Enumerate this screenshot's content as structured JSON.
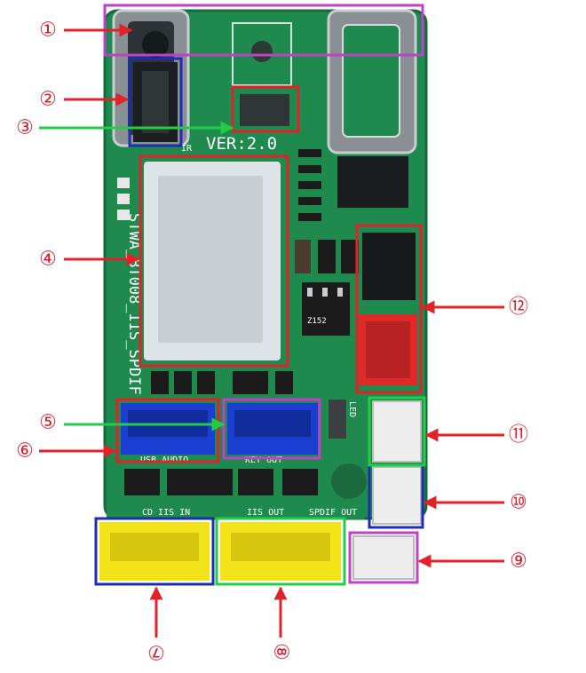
{
  "board": {
    "version_label": "VER:2.0",
    "model_label": "STWA_BT008_IIS_SPDIF",
    "ir_label": "IR",
    "usb_audio_label": "USB  AUDIO",
    "key_out_label": "KEY  OUT",
    "cd_iis_in_label": "CD  IIS  IN",
    "iis_out_label": "IIS  OUT",
    "spdif_out_label": "SPDIF  OUT",
    "led_label": "LED",
    "ic_label": "Z152"
  },
  "colors": {
    "pcb": "#1e8a4e",
    "red_marker": "#e0232b",
    "green_marker": "#22cc44",
    "purple_marker": "#c040c8",
    "blue_marker": "#1d2fae",
    "blue_connector": "#1a3fd0",
    "yellow_connector": "#f1e21a",
    "red_connector": "#e02a2a"
  },
  "callouts": [
    {
      "id": 1,
      "label": "①",
      "marker_color": "purple",
      "arrow_color": "red",
      "target": "top switches row"
    },
    {
      "id": 2,
      "label": "②",
      "marker_color": "blue",
      "arrow_color": "red",
      "target": "IR connector"
    },
    {
      "id": 3,
      "label": "③",
      "marker_color": "red",
      "arrow_color": "green",
      "target": "small component"
    },
    {
      "id": 4,
      "label": "④",
      "marker_color": "red",
      "arrow_color": "red",
      "target": "bluetooth module"
    },
    {
      "id": 5,
      "label": "⑤",
      "marker_color": "purple",
      "arrow_color": "green",
      "target": "KEY OUT connector"
    },
    {
      "id": 6,
      "label": "⑥",
      "marker_color": "red",
      "arrow_color": "red",
      "target": "USB AUDIO connector"
    },
    {
      "id": 7,
      "label": "⑦",
      "marker_color": "blue",
      "arrow_color": "red",
      "target": "CD IIS IN connector"
    },
    {
      "id": 8,
      "label": "⑧",
      "marker_color": "green",
      "arrow_color": "red",
      "target": "IIS OUT connector"
    },
    {
      "id": 9,
      "label": "⑨",
      "marker_color": "purple",
      "arrow_color": "red",
      "target": "SPDIF OUT connector"
    },
    {
      "id": 10,
      "label": "⑩",
      "marker_color": "blue",
      "arrow_color": "red",
      "target": "white connector"
    },
    {
      "id": 11,
      "label": "⑪",
      "marker_color": "green",
      "arrow_color": "red",
      "target": "white connector"
    },
    {
      "id": 12,
      "label": "⑫",
      "marker_color": "red",
      "arrow_color": "red",
      "target": "power connector"
    }
  ]
}
